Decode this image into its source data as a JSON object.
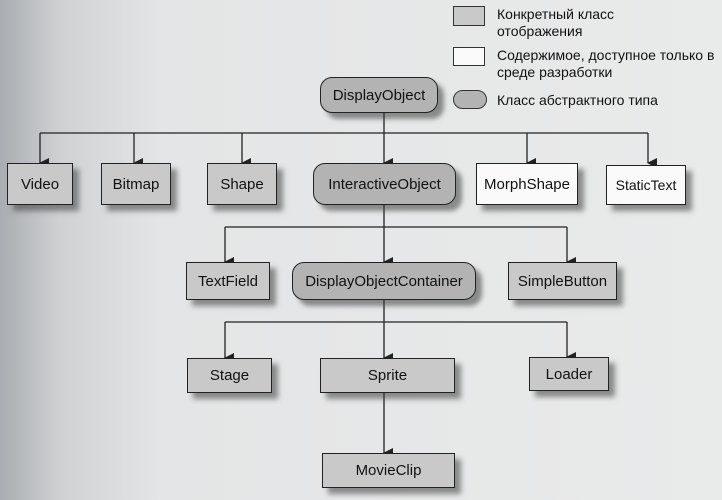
{
  "legend": {
    "concrete": "Конкретный класс отображения",
    "dev_only": "Содержимое, доступное только в среде разработки",
    "abstract": "Класс абстрактного типа"
  },
  "nodes": {
    "display_object": "DisplayObject",
    "video": "Video",
    "bitmap": "Bitmap",
    "shape": "Shape",
    "interactive_object": "InteractiveObject",
    "morph_shape": "MorphShape",
    "static_text": "StaticText",
    "text_field": "TextField",
    "display_object_container": "DisplayObjectContainer",
    "simple_button": "SimpleButton",
    "stage": "Stage",
    "sprite": "Sprite",
    "loader": "Loader",
    "movie_clip": "MovieClip"
  },
  "colors": {
    "concrete": "#c9c9c9",
    "abstract": "#b3b3b3",
    "dev_only": "#fafafa",
    "line": "#222222"
  }
}
